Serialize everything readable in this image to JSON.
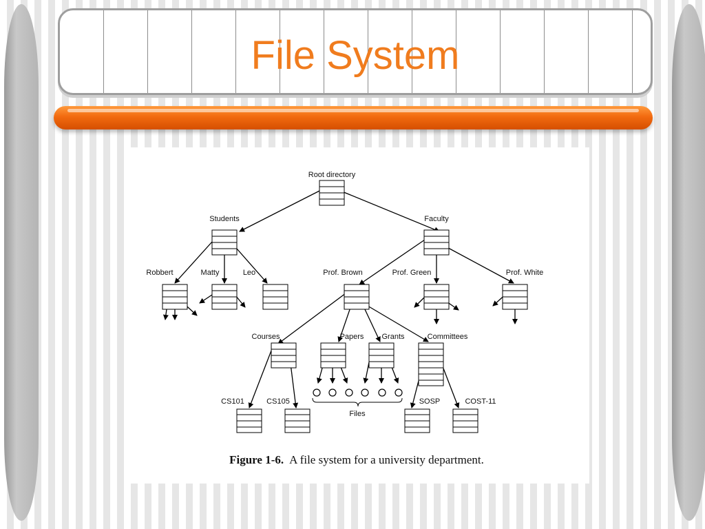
{
  "slide": {
    "title": "File System"
  },
  "diagram": {
    "labels": {
      "root": "Root directory",
      "students": "Students",
      "faculty": "Faculty",
      "robbert": "Robbert",
      "matty": "Matty",
      "leo": "Leo",
      "prof_brown": "Prof. Brown",
      "prof_green": "Prof. Green",
      "prof_white": "Prof. White",
      "courses": "Courses",
      "papers": "Papers",
      "grants": "Grants",
      "committees": "Committees",
      "cs101": "CS101",
      "cs105": "CS105",
      "files": "Files",
      "sosp": "SOSP",
      "cost11": "COST-11"
    },
    "caption_label": "Figure 1-6.",
    "caption_text": "A file system for a university department."
  },
  "colors": {
    "title": "#f07c1e",
    "bar": "#f26a10"
  }
}
